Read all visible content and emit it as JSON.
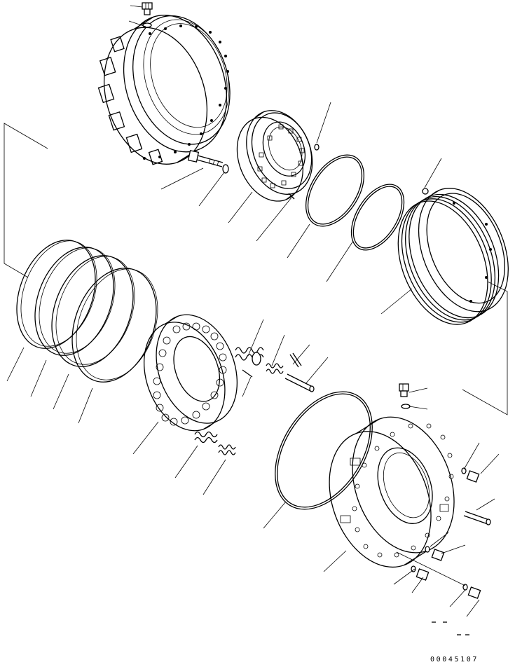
{
  "drawing": {
    "drawing_number": "00045107",
    "parts": [
      {
        "id": "housing-cage"
      },
      {
        "id": "hex-bolt-top"
      },
      {
        "id": "washer-top"
      },
      {
        "id": "long-bolt"
      },
      {
        "id": "washer-mid"
      },
      {
        "id": "spring-retainer-plate"
      },
      {
        "id": "small-pin"
      },
      {
        "id": "o-ring-large"
      },
      {
        "id": "o-ring-small"
      },
      {
        "id": "piston-ring-housing"
      },
      {
        "id": "seal-ring-1"
      },
      {
        "id": "seal-ring-2"
      },
      {
        "id": "seal-ring-3"
      },
      {
        "id": "seal-ring-4"
      },
      {
        "id": "piston"
      },
      {
        "id": "spring-outer"
      },
      {
        "id": "spring-inner"
      },
      {
        "id": "guide-pin"
      },
      {
        "id": "cotter-pin"
      },
      {
        "id": "spring-lower-1"
      },
      {
        "id": "spring-lower-2"
      },
      {
        "id": "o-ring-cover"
      },
      {
        "id": "end-cover"
      },
      {
        "id": "cover-bolt"
      },
      {
        "id": "cover-washer"
      },
      {
        "id": "plug-1"
      },
      {
        "id": "plug-2"
      },
      {
        "id": "stud-bolt"
      },
      {
        "id": "plug-3"
      },
      {
        "id": "plug-4"
      }
    ]
  }
}
